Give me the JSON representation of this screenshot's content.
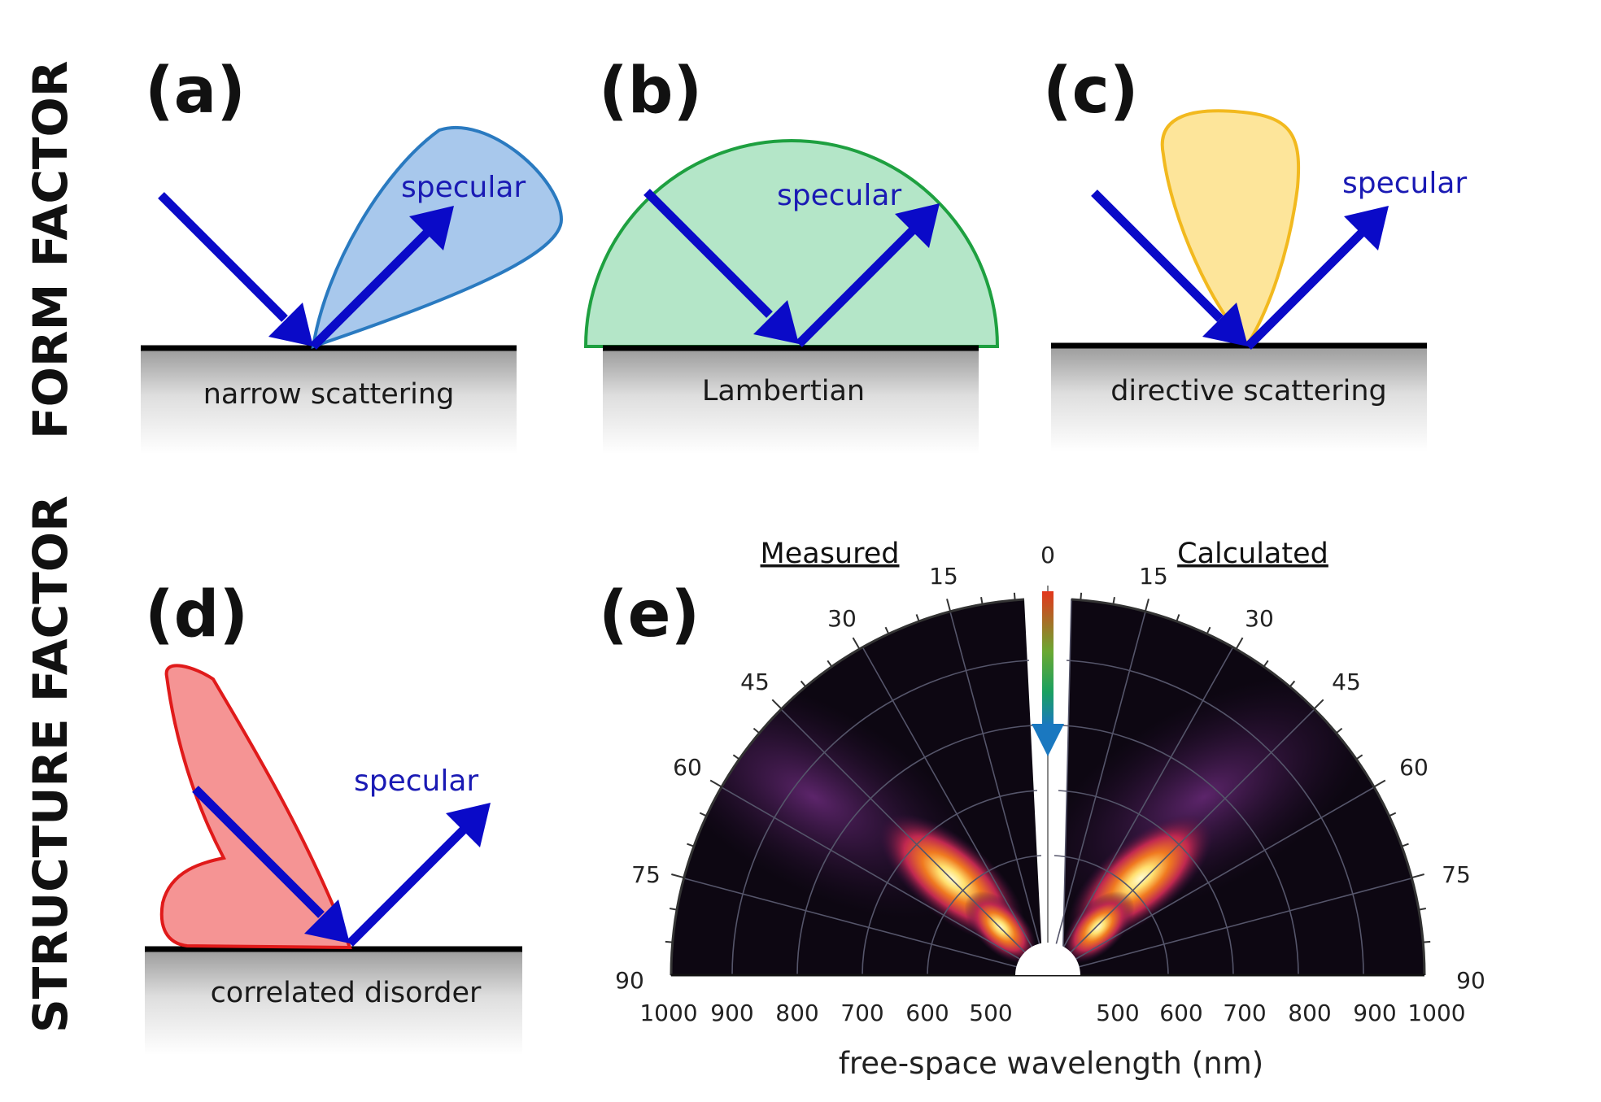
{
  "row_labels": {
    "form": "FORM FACTOR",
    "structure": "STRUCTURE FACTOR"
  },
  "panels": [
    {
      "label": "(a)",
      "specular": "specular",
      "surface": "narrow scattering"
    },
    {
      "label": "(b)",
      "specular": "specular",
      "surface": "Lambertian"
    },
    {
      "label": "(c)",
      "specular": "specular",
      "surface": "directive scattering"
    },
    {
      "label": "(d)",
      "specular": "specular",
      "surface": "correlated disorder"
    }
  ],
  "polar": {
    "label": "(e)",
    "left_heading": "Measured",
    "right_heading": "Calculated",
    "angle_ticks": [
      "0",
      "15",
      "30",
      "45",
      "60",
      "75",
      "90"
    ],
    "wavelength_ticks_left": [
      "1000",
      "900",
      "800",
      "700",
      "600",
      "500"
    ],
    "wavelength_ticks_right": [
      "500",
      "600",
      "700",
      "800",
      "900",
      "1000"
    ],
    "x_axis_title": "free-space wavelength (nm)"
  },
  "colors": {
    "arrow": "#0a0ac8",
    "lobe_a": "#a8c8ec",
    "lobe_b": "#b4e6c8",
    "lobe_c": "#fde59a",
    "lobe_d": "#f59494"
  }
}
